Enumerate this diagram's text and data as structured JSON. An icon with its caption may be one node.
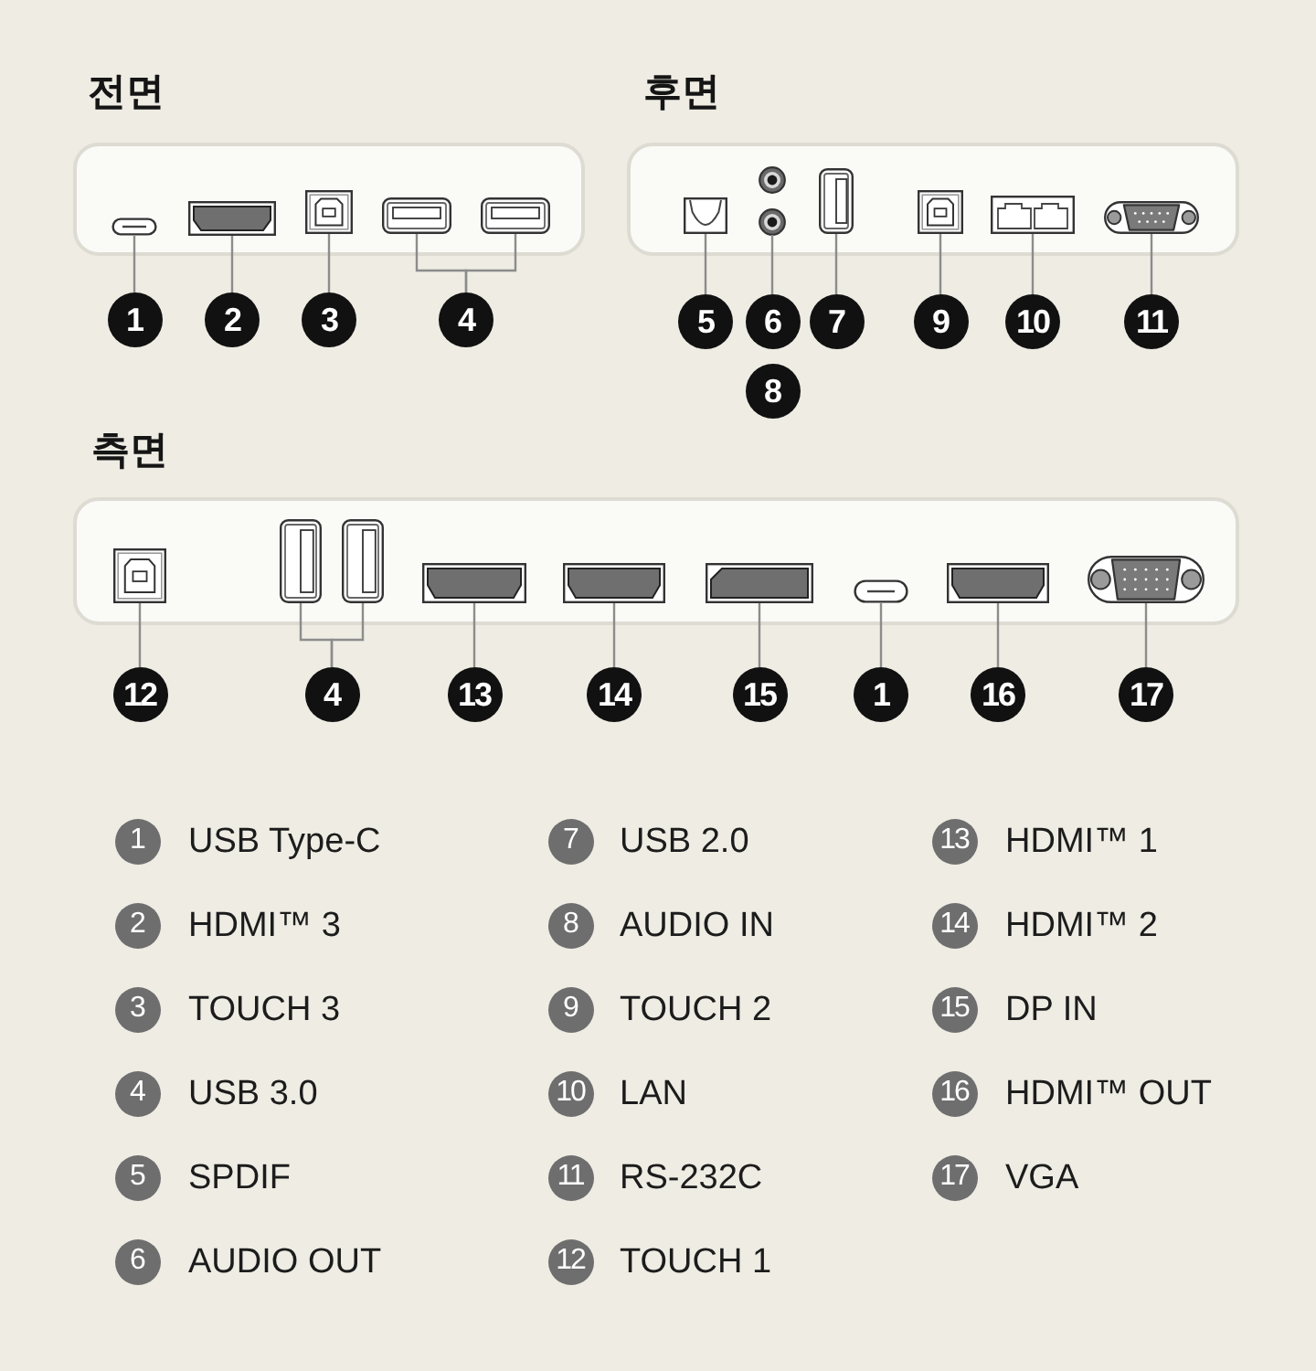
{
  "diagram": {
    "nodes": [
      {
        "text": [
          "전면"
        ]
      },
      {
        "text": [],
        "shape": "picture",
        "in": 0
      },
      {
        "text": [],
        "shape": "picture",
        "in": 0
      },
      {
        "text": [],
        "shape": "picture",
        "in": 0
      },
      {
        "text": [],
        "shape": "picture",
        "in": 0
      },
      {
        "text": [],
        "shape": "picture",
        "in": 0
      },
      {
        "text": [
          "1"
        ]
      },
      {
        "text": [
          "2"
        ]
      },
      {
        "text": [
          "3"
        ]
      },
      {
        "text": [
          "4"
        ]
      },
      {
        "text": [
          "후면"
        ]
      },
      {
        "text": [],
        "shape": "picture",
        "in": 10
      },
      {
        "text": [],
        "shape": "picture",
        "in": 10
      },
      {
        "text": [],
        "shape": "picture",
        "in": 10
      },
      {
        "text": [],
        "shape": "picture",
        "in": 10
      },
      {
        "text": [],
        "shape": "picture",
        "in": 10
      },
      {
        "text": [],
        "shape": "picture",
        "in": 10
      },
      {
        "text": [
          "5"
        ]
      },
      {
        "text": [
          "6"
        ]
      },
      {
        "text": [
          "7"
        ]
      },
      {
        "text": [
          "9"
        ]
      },
      {
        "text": [
          "10"
        ]
      },
      {
        "text": [
          "11"
        ]
      },
      {
        "text": [
          "8"
        ]
      },
      {
        "text": [
          "측면"
        ]
      },
      {
        "text": [],
        "shape": "picture",
        "in": 24
      },
      {
        "text": [],
        "shape": "picture",
        "in": 24
      },
      {
        "text": [],
        "shape": "picture",
        "in": 24
      },
      {
        "text": [],
        "shape": "picture",
        "in": 24
      },
      {
        "text": [],
        "shape": "picture",
        "in": 24
      },
      {
        "text": [],
        "shape": "picture",
        "in": 24
      },
      {
        "text": [],
        "shape": "picture",
        "in": 24
      },
      {
        "text": [],
        "shape": "picture",
        "in": 24
      },
      {
        "text": [],
        "shape": "picture",
        "in": 24
      },
      {
        "text": [
          "12"
        ]
      },
      {
        "text": [
          "4"
        ]
      },
      {
        "text": [
          "13"
        ]
      },
      {
        "text": [
          "14"
        ]
      },
      {
        "text": [
          "15"
        ]
      },
      {
        "text": [
          "1"
        ]
      },
      {
        "text": [
          "16"
        ]
      },
      {
        "text": [
          "17"
        ]
      },
      {
        "text": [
          "1"
        ],
        "beside": [
          "USB Type-C"
        ]
      },
      {
        "text": [
          "2"
        ],
        "beside": [
          "HDMI™ 3"
        ]
      },
      {
        "text": [
          "3"
        ],
        "beside": [
          "TOUCH 3"
        ]
      },
      {
        "text": [
          "4"
        ],
        "beside": [
          "USB 3.0"
        ]
      },
      {
        "text": [
          "5"
        ],
        "beside": [
          "SPDIF"
        ]
      },
      {
        "text": [
          "6"
        ],
        "beside": [
          "AUDIO OUT"
        ]
      },
      {
        "text": [
          "7"
        ],
        "beside": [
          "USB 2.0"
        ]
      },
      {
        "text": [
          "8"
        ],
        "beside": [
          "AUDIO IN"
        ]
      },
      {
        "text": [
          "9"
        ],
        "beside": [
          "TOUCH 2"
        ]
      },
      {
        "text": [
          "10"
        ],
        "beside": [
          "LAN"
        ]
      },
      {
        "text": [
          "11"
        ],
        "beside": [
          "RS-232C"
        ]
      },
      {
        "text": [
          "12"
        ],
        "beside": [
          "TOUCH 1"
        ]
      },
      {
        "text": [
          "13"
        ],
        "beside": [
          "HDMI™ 1"
        ]
      },
      {
        "text": [
          "14"
        ],
        "beside": [
          "HDMI™ 2"
        ]
      },
      {
        "text": [
          "15"
        ],
        "beside": [
          "DP IN"
        ]
      },
      {
        "text": [
          "16"
        ],
        "beside": [
          "HDMI™ OUT"
        ]
      },
      {
        "text": [
          "17"
        ],
        "beside": [
          "VGA"
        ]
      }
    ],
    "edges": [
      {
        "from": 6,
        "to": 1,
        "arrow": "none"
      },
      {
        "from": 7,
        "to": 2,
        "arrow": "none"
      },
      {
        "from": 8,
        "to": 3,
        "arrow": "none"
      },
      {
        "from": 9,
        "to": 4,
        "arrow": "none"
      },
      {
        "from": 9,
        "to": 5,
        "arrow": "none"
      },
      {
        "from": 17,
        "to": 11,
        "arrow": "none"
      },
      {
        "from": 18,
        "to": 12,
        "arrow": "none"
      },
      {
        "from": 19,
        "to": 13,
        "arrow": "none"
      },
      {
        "from": 20,
        "to": 14,
        "arrow": "none"
      },
      {
        "from": 21,
        "to": 15,
        "arrow": "none"
      },
      {
        "from": 22,
        "to": 16,
        "arrow": "none"
      },
      {
        "from": 34,
        "to": 25,
        "arrow": "none"
      },
      {
        "from": 35,
        "to": 26,
        "arrow": "none"
      },
      {
        "from": 35,
        "to": 27,
        "arrow": "none"
      },
      {
        "from": 36,
        "to": 28,
        "arrow": "none"
      },
      {
        "from": 37,
        "to": 29,
        "arrow": "none"
      },
      {
        "from": 38,
        "to": 30,
        "arrow": "none"
      },
      {
        "from": 39,
        "to": 31,
        "arrow": "none"
      },
      {
        "from": 40,
        "to": 32,
        "arrow": "none"
      },
      {
        "from": 41,
        "to": 33,
        "arrow": "none"
      }
    ]
  }
}
